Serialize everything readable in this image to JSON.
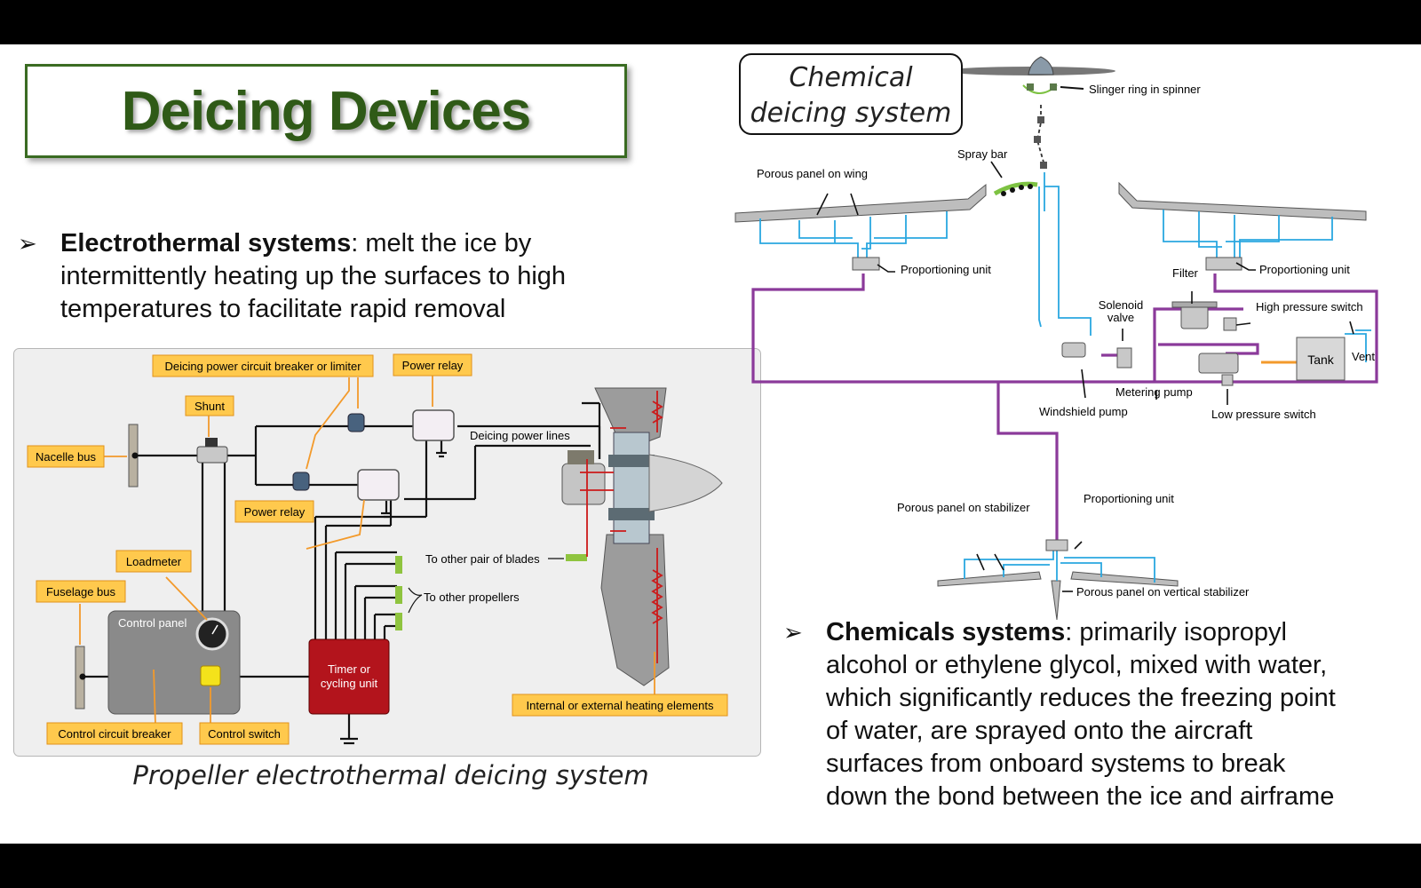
{
  "slide": {
    "title": "Deicing Devices",
    "electrothermal": {
      "bullet": "➢",
      "heading": "Electrothermal systems",
      "line1_rest": ": melt the ice by",
      "line2": "intermittently heating up the surfaces to high",
      "line3": "temperatures to facilitate rapid removal"
    },
    "chemicals": {
      "bullet": "➢",
      "heading": "Chemicals systems",
      "line1_rest": ": primarily isopropyl",
      "line2": "alcohol or ethylene glycol, mixed with water,",
      "line3": "which significantly reduces the freezing point",
      "line4": "of water, are sprayed onto the aircraft",
      "line5": "surfaces from onboard systems to break",
      "line6": "down the bond between the ice and airframe"
    },
    "prop_caption": "Propeller electrothermal deicing system",
    "chem_label_line1": "Chemical",
    "chem_label_line2": "deicing system"
  },
  "prop_diagram": {
    "labels": {
      "breaker": "Deicing power circuit breaker or limiter",
      "power_relay_top": "Power relay",
      "shunt": "Shunt",
      "nacelle_bus": "Nacelle bus",
      "power_relay_bottom": "Power relay",
      "loadmeter": "Loadmeter",
      "fuselage_bus": "Fuselage bus",
      "control_panel": "Control panel",
      "timer_line1": "Timer or",
      "timer_line2": "cycling unit",
      "control_circuit_breaker": "Control circuit breaker",
      "control_switch": "Control switch",
      "deicing_power_lines": "Deicing power lines",
      "other_blades": "To other pair of blades",
      "other_props": "To other propellers",
      "heating_elements": "Internal or external heating elements"
    },
    "colors": {
      "label_fill": "#ffc94d",
      "label_border": "#e0921a",
      "wire": "#111111",
      "heater": "#cc1a1a",
      "timer": "#b3141c"
    }
  },
  "chem_diagram": {
    "labels": {
      "slinger": "Slinger ring in spinner",
      "spray_bar": "Spray bar",
      "porous_wing": "Porous panel on wing",
      "prop_unit_left": "Proportioning unit",
      "prop_unit_right": "Proportioning unit",
      "filter": "Filter",
      "solenoid_line1": "Solenoid",
      "solenoid_line2": "valve",
      "high_pressure": "High pressure switch",
      "tank": "Tank",
      "vent": "Vent",
      "metering_pump": "Metering pump",
      "windshield_pump": "Windshield pump",
      "low_pressure": "Low pressure switch",
      "porous_stab": "Porous panel on stabilizer",
      "prop_unit_tail": "Proportioning unit",
      "porous_vert": "Porous panel on vertical stabilizer"
    },
    "colors": {
      "fluid_line": "#2aa7e0",
      "supply_line": "#8b3a9a",
      "tank_line": "#f39a2b",
      "spray": "#7dc242"
    }
  }
}
